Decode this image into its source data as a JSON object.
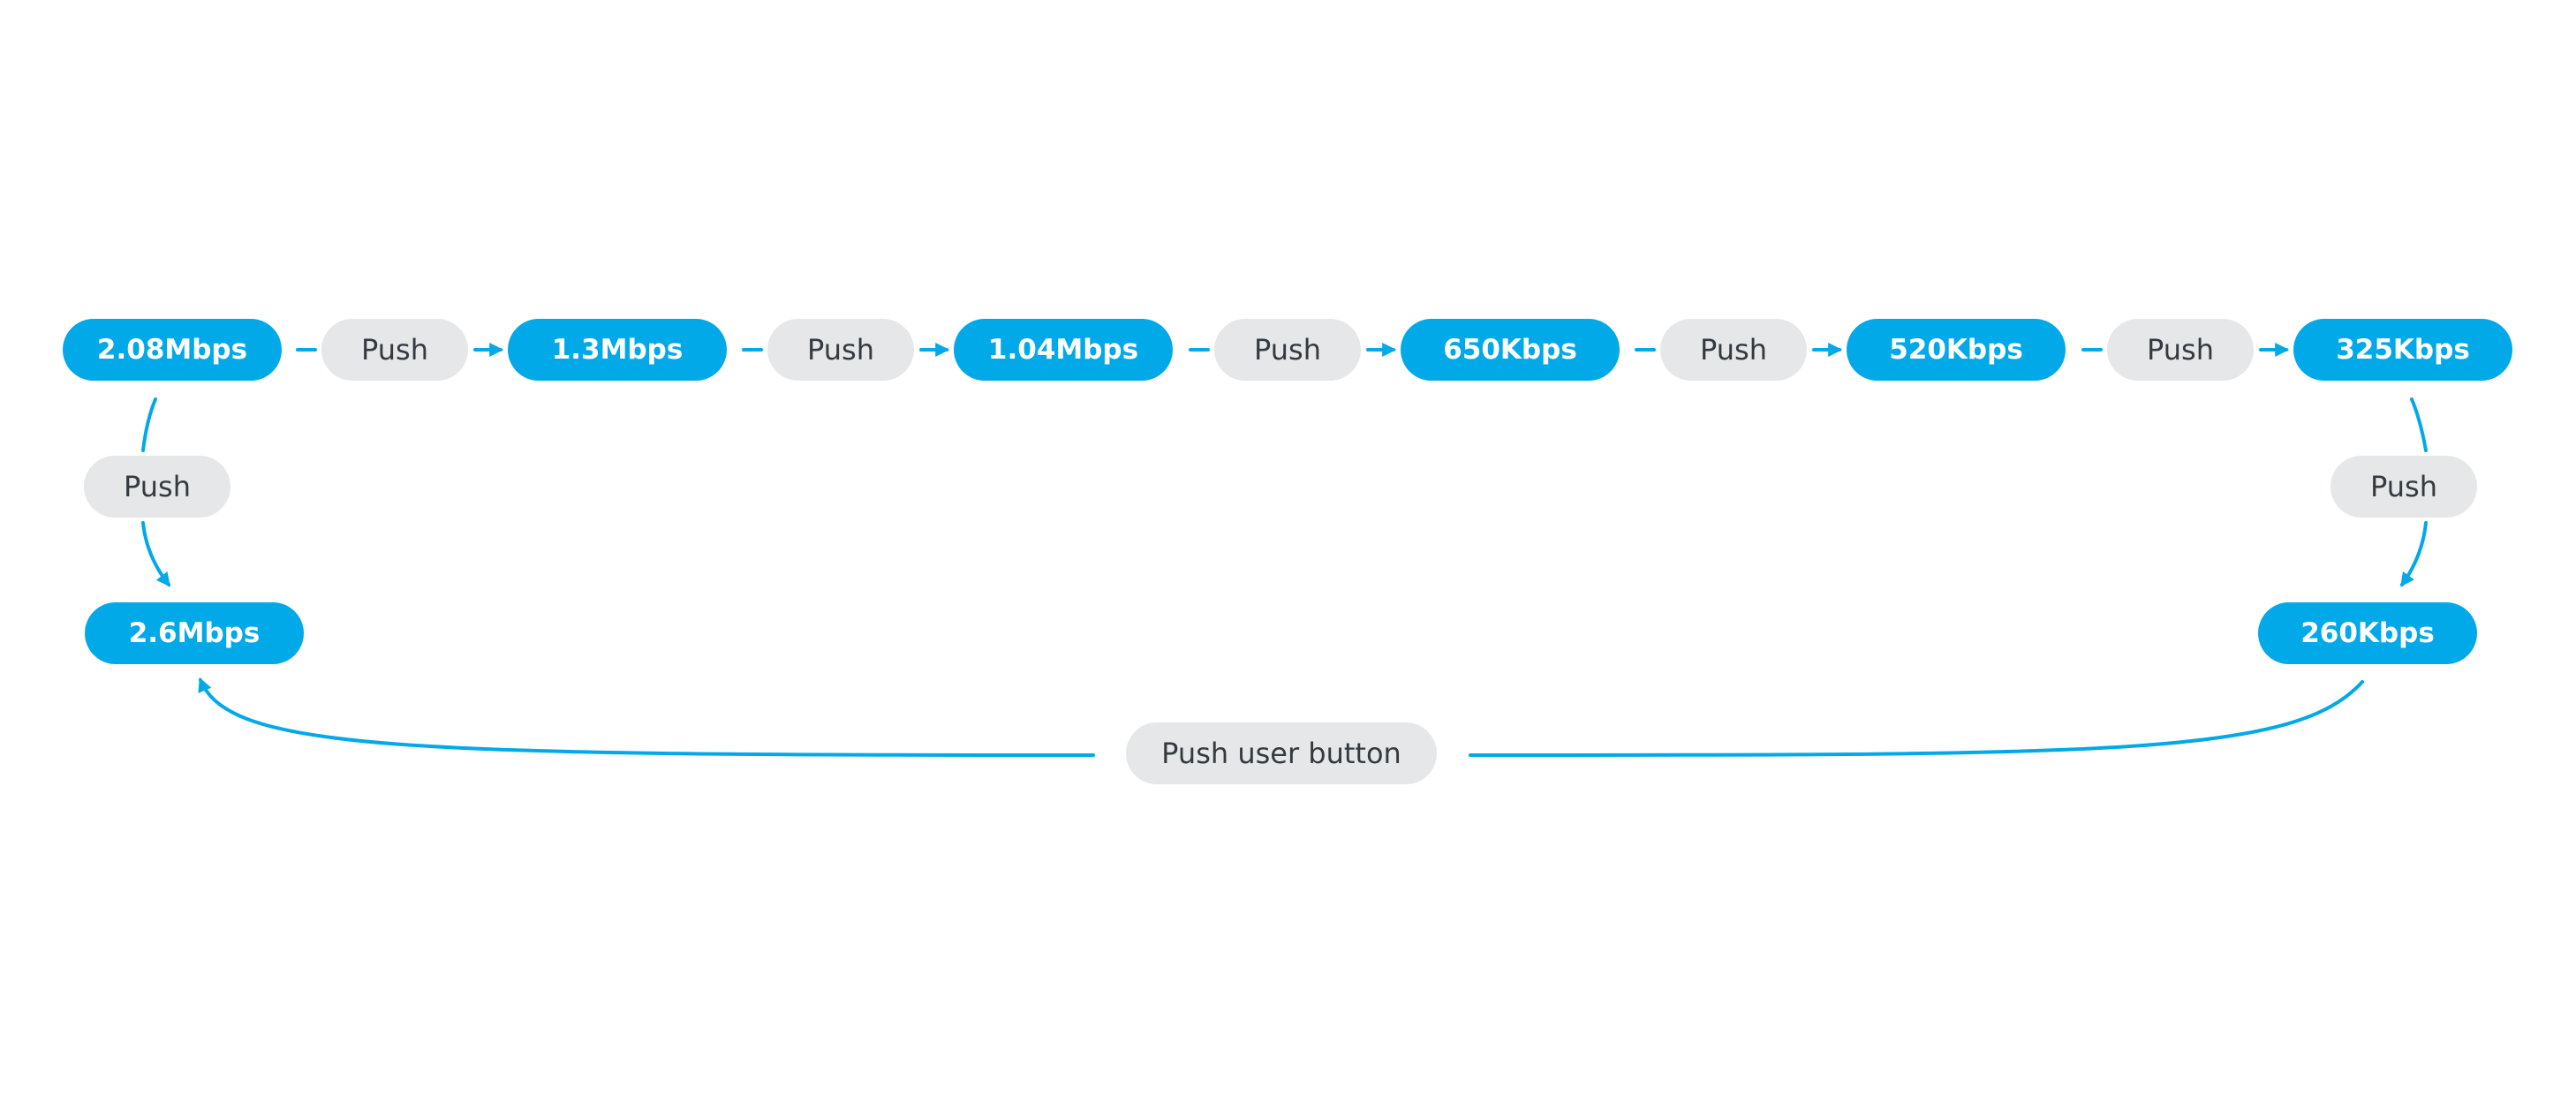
{
  "colors": {
    "accent": "#02a9e8",
    "action_fill": "#e6e7e9",
    "action_text": "#333a40",
    "rate_text": "#ffffff"
  },
  "diagram": {
    "rates": {
      "r1": "2.08Mbps",
      "r2": "1.3Mbps",
      "r3": "1.04Mbps",
      "r4": "650Kbps",
      "r5": "520Kbps",
      "r6": "325Kbps",
      "r7": "260Kbps",
      "r0": "2.6Mbps"
    },
    "action_label": "Push",
    "reset_label": "Push user button"
  }
}
